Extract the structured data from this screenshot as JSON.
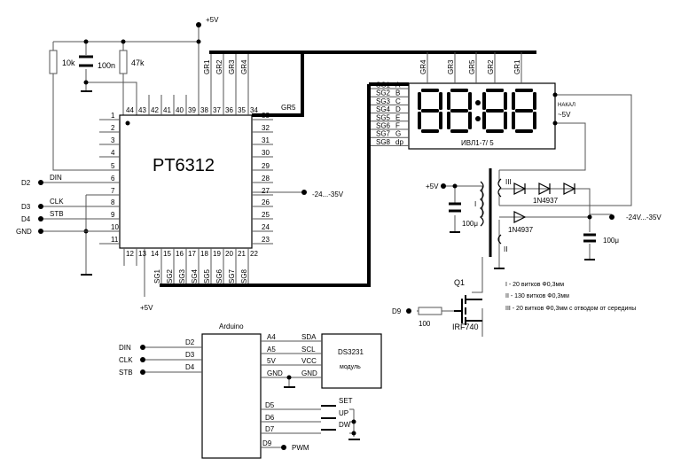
{
  "ic": {
    "name": "PT6312",
    "left_pins": [
      "1",
      "2",
      "3",
      "4",
      "5",
      "6",
      "7",
      "8",
      "9",
      "10",
      "11"
    ],
    "right_pins": [
      "33",
      "32",
      "31",
      "30",
      "29",
      "28",
      "27",
      "26",
      "25",
      "24",
      "23"
    ],
    "top_pins": [
      "44",
      "43",
      "42",
      "41",
      "40",
      "39",
      "38",
      "37",
      "36",
      "35",
      "34"
    ],
    "bottom_pins": [
      "12",
      "13",
      "14",
      "15",
      "16",
      "17",
      "18",
      "19",
      "20",
      "21",
      "22"
    ],
    "grid_labels": [
      "GR1",
      "GR2",
      "GR3",
      "GR4"
    ],
    "gr5": "GR5",
    "seg_labels": [
      "SG1",
      "SG2",
      "SG3",
      "SG4",
      "SG5",
      "SG6",
      "SG7",
      "SG8"
    ]
  },
  "power": {
    "vcc": "+5V",
    "vcc_bottom": "+5V",
    "vneg": "-24...-35V"
  },
  "parts": {
    "r1": "10k",
    "c1": "100n",
    "r2": "47k"
  },
  "inputs": [
    {
      "port": "D2",
      "signal": "DIN"
    },
    {
      "port": "D3",
      "signal": "CLK"
    },
    {
      "port": "D4",
      "signal": "STB"
    },
    {
      "port": "GND",
      "signal": ""
    }
  ],
  "display": {
    "name": "ИВЛ1-7/ 5",
    "grid_labels": [
      "GR4",
      "GR3",
      "GR5",
      "GR2",
      "GR1"
    ],
    "seg_rows": [
      [
        "SG1",
        "A"
      ],
      [
        "SG2",
        "B"
      ],
      [
        "SG3",
        "C"
      ],
      [
        "SG4",
        "D"
      ],
      [
        "SG5",
        "E"
      ],
      [
        "SG6",
        "F"
      ],
      [
        "SG7",
        "G"
      ],
      [
        "SG8",
        "dp"
      ]
    ],
    "heater": "НАКАЛ",
    "heater_v": "~5V"
  },
  "psu": {
    "vin": "+5V",
    "c_in": "100μ",
    "winding1": "I",
    "winding2": "II",
    "winding3": "III",
    "diode_top": "1N4937",
    "diode_bottom": "1N4937",
    "vout": "-24V...-35V",
    "c_out": "100μ",
    "q": "Q1",
    "mosfet": "IRF740",
    "gate_in": "D9",
    "r_gate": "100",
    "notes": [
      "I - 20 витков Ф0,3мм",
      "II - 130 витков Ф0,3мм",
      "III - 20 витков Ф0,3мм с отводом от середины"
    ]
  },
  "arduino": {
    "title": "Arduino",
    "left": [
      {
        "sig": "DIN",
        "pin": "D2"
      },
      {
        "sig": "CLK",
        "pin": "D3"
      },
      {
        "sig": "STB",
        "pin": "D4"
      }
    ],
    "right": [
      {
        "pin": "A4",
        "rtc": "SDA"
      },
      {
        "pin": "A5",
        "rtc": "SCL"
      },
      {
        "pin": "5V",
        "rtc": "VCC"
      },
      {
        "pin": "GND",
        "rtc": "GND"
      }
    ],
    "buttons": [
      {
        "pin": "D5",
        "label": "SET"
      },
      {
        "pin": "D6",
        "label": "UP"
      },
      {
        "pin": "D7",
        "label": "DW"
      }
    ],
    "pwm_pin": "D9",
    "pwm": "PWM"
  },
  "rtc": {
    "name": "DS3231",
    "sub": "модуль"
  }
}
